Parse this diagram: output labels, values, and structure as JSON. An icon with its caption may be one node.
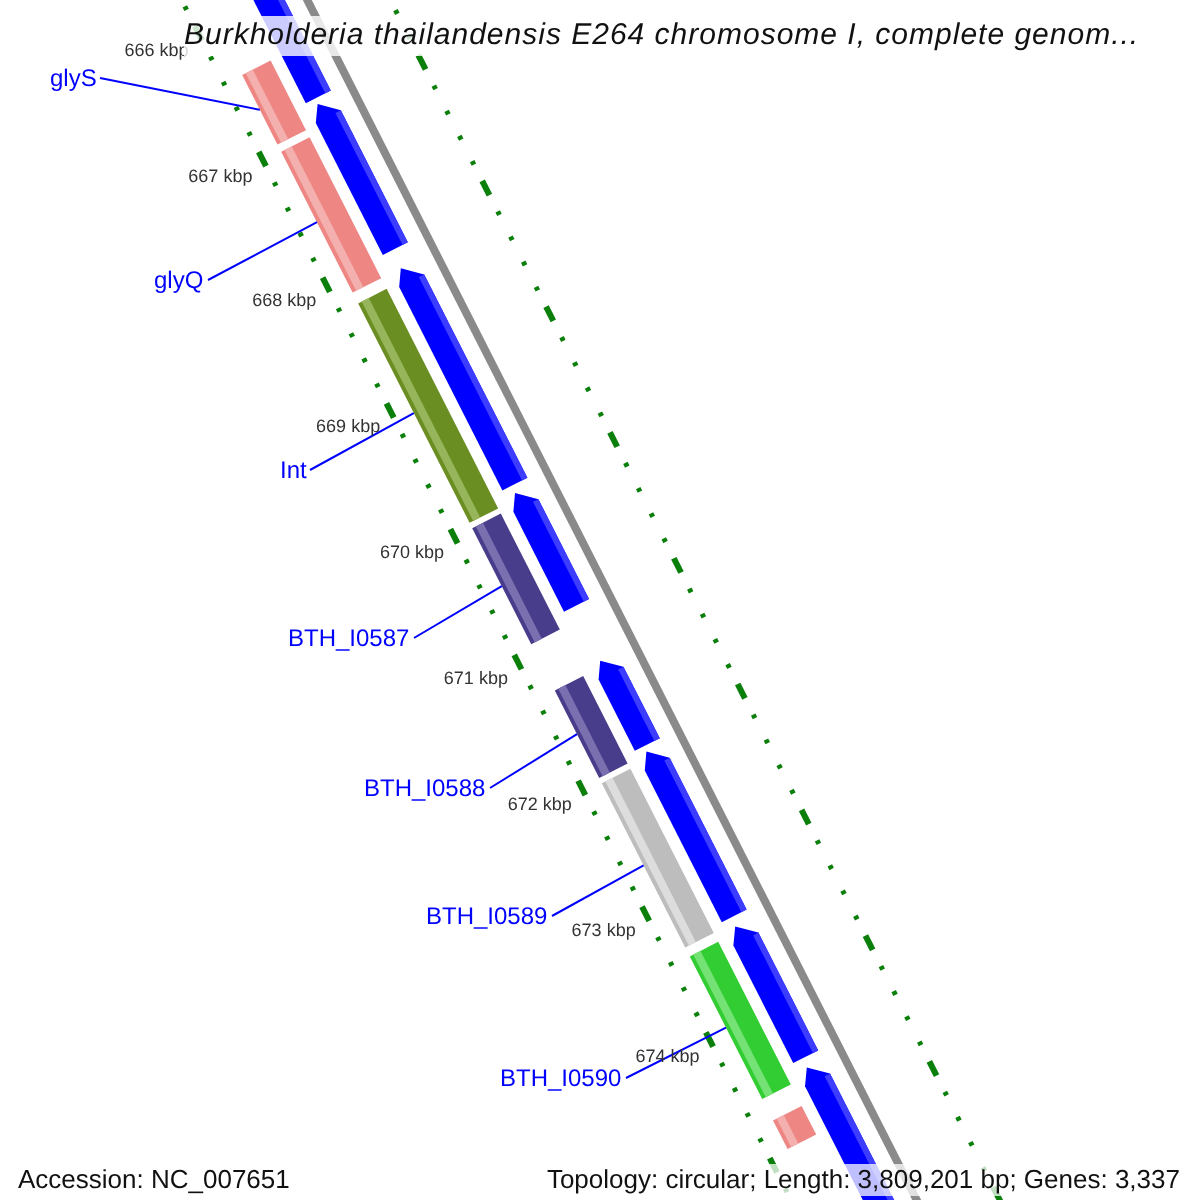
{
  "diagram": {
    "title": "Burkholderia thailandensis E264 chromosome I, complete genom...",
    "nodes": [
      {
        "text": [
          "glyS"
        ]
      },
      {
        "text": [],
        "shape": "bar"
      },
      {
        "text": [
          "glyQ"
        ]
      },
      {
        "text": [],
        "shape": "bar"
      },
      {
        "text": [
          "Int"
        ]
      },
      {
        "text": [],
        "shape": "bar"
      },
      {
        "text": [
          "BTH_I0587"
        ]
      },
      {
        "text": [],
        "shape": "bar"
      },
      {
        "text": [
          "BTH_I0588"
        ]
      },
      {
        "text": [],
        "shape": "bar"
      },
      {
        "text": [
          "BTH_I0589"
        ]
      },
      {
        "text": [],
        "shape": "bar"
      },
      {
        "text": [
          "BTH_I0590"
        ]
      },
      {
        "text": [],
        "shape": "bar"
      },
      {
        "text": [],
        "shape": "bar"
      }
    ],
    "edges": [
      {
        "from": 0,
        "to": 1,
        "arrow": "none"
      },
      {
        "from": 2,
        "to": 3,
        "arrow": "none"
      },
      {
        "from": 4,
        "to": 5,
        "arrow": "none"
      },
      {
        "from": 6,
        "to": 7,
        "arrow": "none"
      },
      {
        "from": 8,
        "to": 9,
        "arrow": "none"
      },
      {
        "from": 10,
        "to": 11,
        "arrow": "none"
      },
      {
        "from": 12,
        "to": 13,
        "arrow": "none"
      }
    ],
    "labels": [
      "666 kbp",
      "667 kbp",
      "668 kbp",
      "669 kbp",
      "670 kbp",
      "671 kbp",
      "672 kbp",
      "673 kbp",
      "674 kbp",
      "Accession: NC_007651",
      "Topology: circular; Length: 3,809,201 bp; Genes: 3,337"
    ]
  }
}
